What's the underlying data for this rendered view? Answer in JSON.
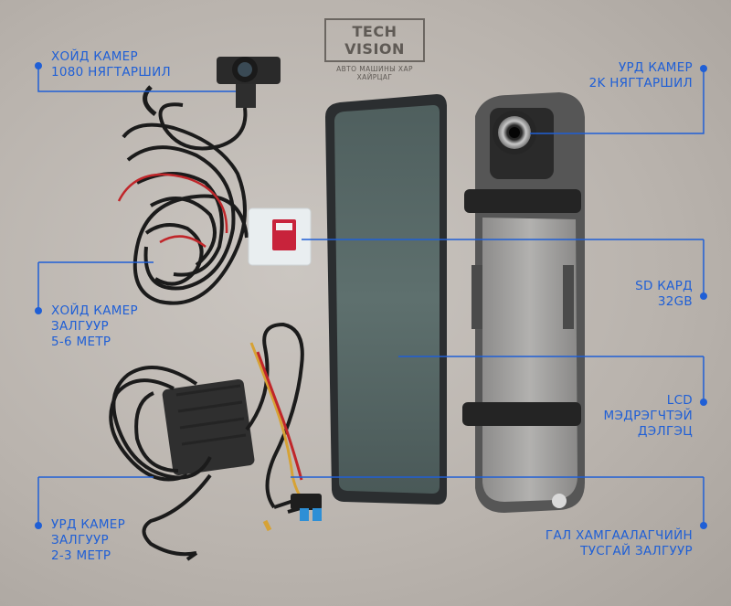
{
  "brand": {
    "name": "TECH VISION",
    "tagline": "АВТО МАШИНЫ ХАР ХАЙРЦАГ"
  },
  "labels": {
    "rear_camera": [
      "ХОЙД КАМЕР",
      "1080 НЯГТАРШИЛ"
    ],
    "front_camera": [
      "УРД КАМЕР",
      "2K НЯГТАРШИЛ"
    ],
    "sd_card": [
      "SD КАРД",
      "32GB"
    ],
    "rear_cable": [
      "ХОЙД КАМЕР",
      "ЗАЛГУУР",
      "5-6 МЕТР"
    ],
    "lcd": [
      "LCD",
      "МЭДРЭГЧТЭЙ",
      "ДЭЛГЭЦ"
    ],
    "front_cable": [
      "УРД КАМЕР",
      "ЗАЛГУУР",
      "2-3 МЕТР"
    ],
    "fuse_adapter": [
      "ГАЛ ХАМГААЛАГЧИЙН",
      "ТУСГАЙ ЗАЛГУУР"
    ]
  },
  "colors": {
    "accent": "#1f5fd6",
    "background": "#bdb7b1"
  }
}
